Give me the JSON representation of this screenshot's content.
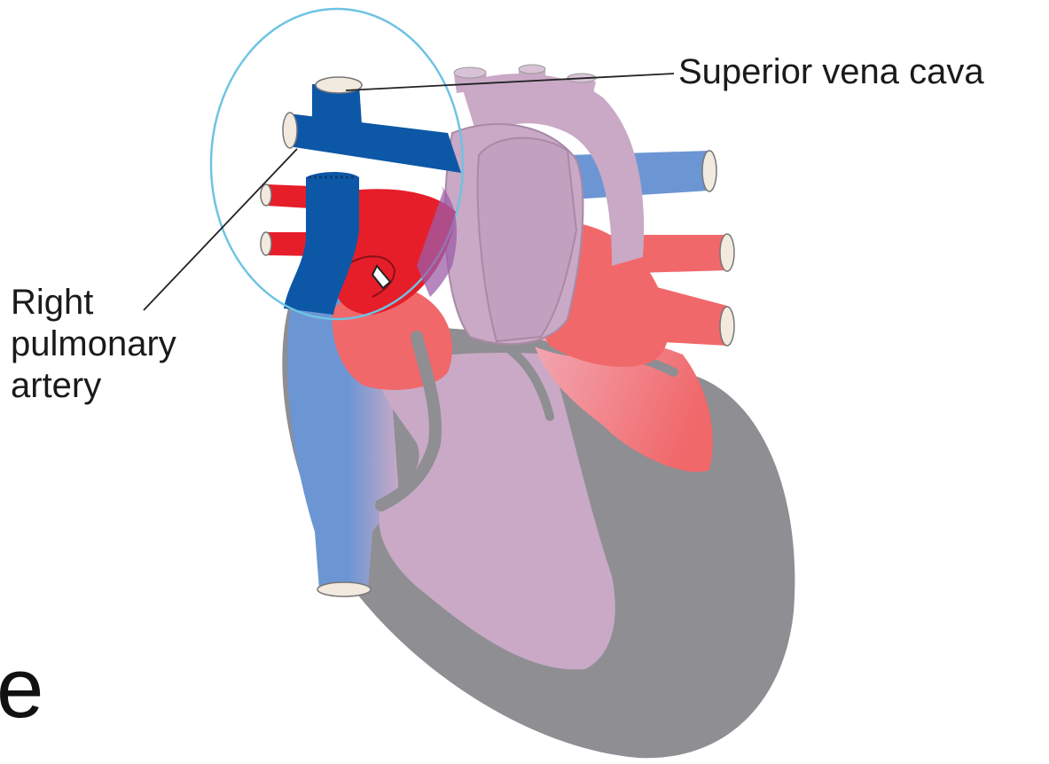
{
  "labels": {
    "superior_vena_cava": "Superior vena cava",
    "right_pulmonary_artery": [
      "Right",
      "pulmonary",
      "artery"
    ],
    "edge_fragment": "e"
  },
  "colors": {
    "deoxygenated_dark": "#0d57a7",
    "deoxygenated_light": "#6c96d3",
    "oxygenated_dark": "#e61e2a",
    "oxygenated_light": "#f0686a",
    "heart_body": "#c9a9c6",
    "heart_shadow": "#8e8e93",
    "highlight_circle": "#6ec3e3",
    "leader_line": "#222222"
  }
}
